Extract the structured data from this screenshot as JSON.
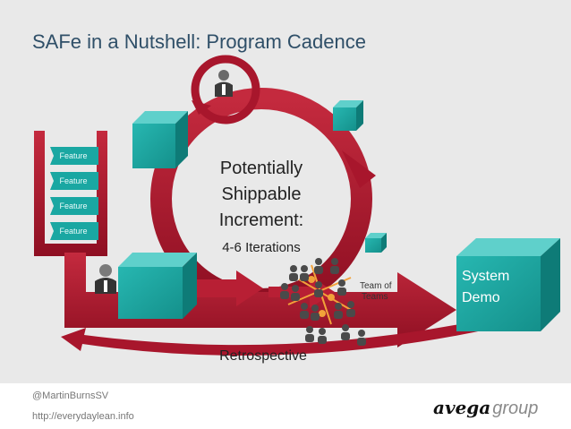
{
  "slide": {
    "title": "SAFe in a Nutshell: Program Cadence",
    "features": [
      "Feature",
      "Feature",
      "Feature",
      "Feature"
    ],
    "increment_lines": [
      "Potentially",
      "Shippable",
      "Increment:"
    ],
    "iterations": "4-6 Iterations",
    "team_lines": [
      "Team of",
      "Teams"
    ],
    "system_demo_lines": [
      "System",
      "Demo"
    ],
    "retrospective": "Retrospective"
  },
  "footer": {
    "handle": "@MartinBurnsSV",
    "url": "http://everydaylean.info",
    "logo_brand": "avega",
    "logo_sub": "group"
  },
  "colors": {
    "crimson": "#a8162c",
    "teal": "#1aa7a2",
    "title": "#2f4f68"
  }
}
